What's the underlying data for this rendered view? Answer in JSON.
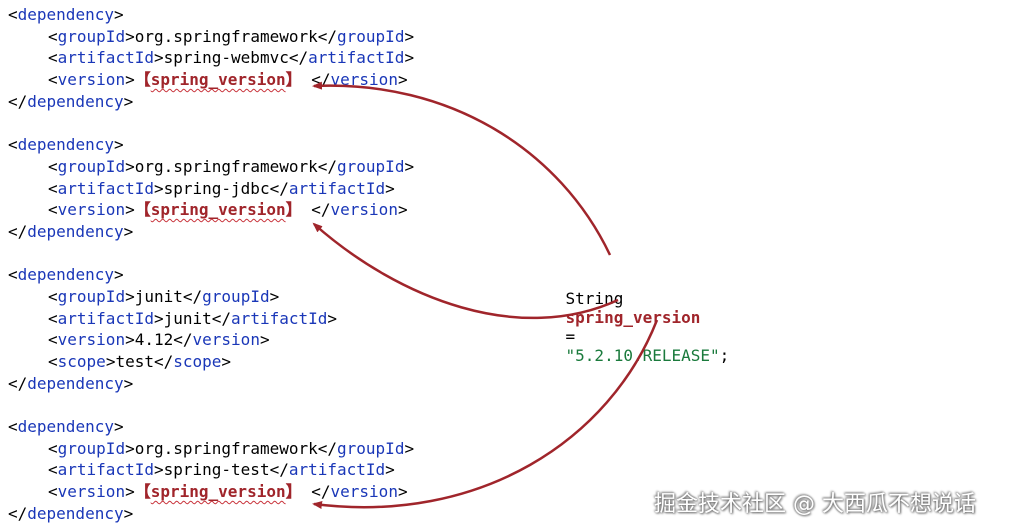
{
  "code_blocks": [
    {
      "open": "dependency",
      "children": [
        {
          "tag": "groupId",
          "value": "org.springframework"
        },
        {
          "tag": "artifactId",
          "value": "spring-webmvc"
        },
        {
          "tag": "version",
          "placeholder": "spring_version"
        }
      ],
      "close": "dependency"
    },
    {
      "open": "dependency",
      "children": [
        {
          "tag": "groupId",
          "value": "org.springframework"
        },
        {
          "tag": "artifactId",
          "value": "spring-jdbc"
        },
        {
          "tag": "version",
          "placeholder": "spring_version"
        }
      ],
      "close": "dependency"
    },
    {
      "open": "dependency",
      "children": [
        {
          "tag": "groupId",
          "value": "junit"
        },
        {
          "tag": "artifactId",
          "value": "junit"
        },
        {
          "tag": "version",
          "value": "4.12"
        },
        {
          "tag": "scope",
          "value": "test"
        }
      ],
      "close": "dependency"
    },
    {
      "open": "dependency",
      "children": [
        {
          "tag": "groupId",
          "value": "org.springframework"
        },
        {
          "tag": "artifactId",
          "value": "spring-test"
        },
        {
          "tag": "version",
          "placeholder": "spring_version"
        }
      ],
      "close": "dependency"
    }
  ],
  "placeholder_brackets": {
    "open": "【",
    "close": "】"
  },
  "java_declaration": {
    "type": "String",
    "name": "spring_version",
    "operator": "=",
    "value": "\"5.2.10.RELEASE\"",
    "terminator": ";"
  },
  "watermark": "掘金技术社区 @ 大西瓜不想说话",
  "colors": {
    "tag": "#1a37b8",
    "placeholder": "#a0252b",
    "string": "#1a7a3c",
    "arrow": "#a0252b"
  }
}
